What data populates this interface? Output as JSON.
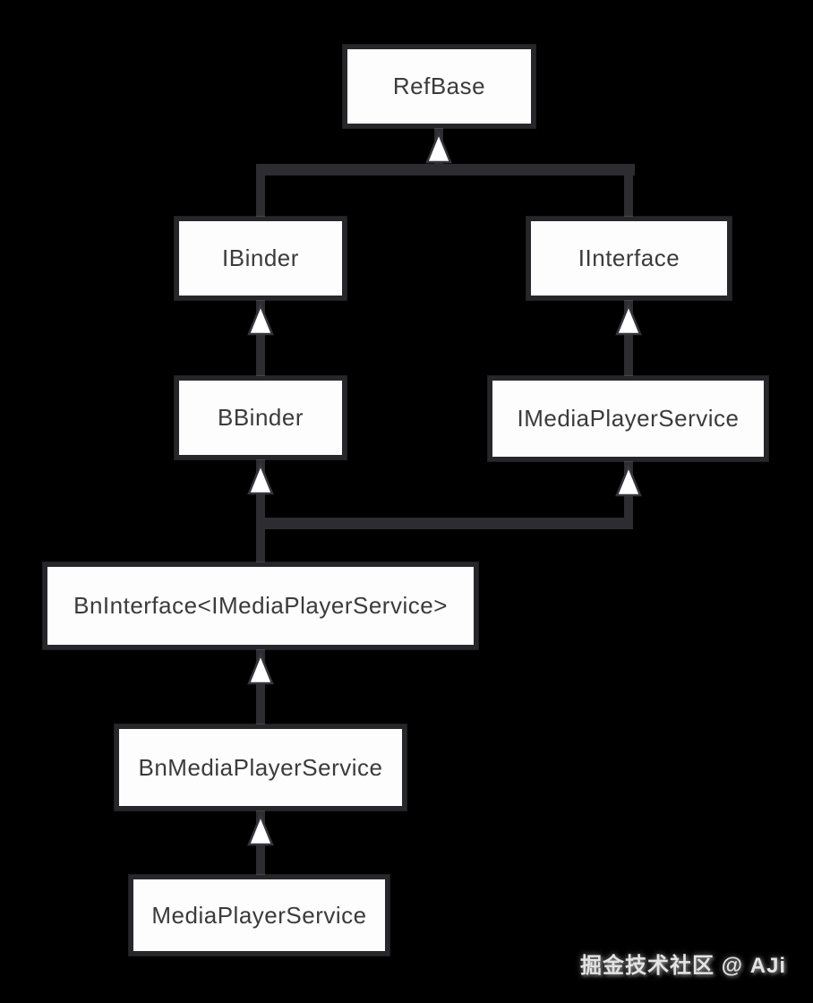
{
  "diagram": {
    "type": "class-inheritance",
    "nodes": [
      {
        "id": "refbase",
        "label": "RefBase"
      },
      {
        "id": "ibinder",
        "label": "IBinder"
      },
      {
        "id": "iinterface",
        "label": "IInterface"
      },
      {
        "id": "bbinder",
        "label": "BBinder"
      },
      {
        "id": "imediaplayerservice",
        "label": "IMediaPlayerService"
      },
      {
        "id": "bninterface",
        "label": "BnInterface<IMediaPlayerService>"
      },
      {
        "id": "bnmediaplayerservice",
        "label": "BnMediaPlayerService"
      },
      {
        "id": "mediaplayerservice",
        "label": "MediaPlayerService"
      }
    ],
    "edges": [
      {
        "from": "IBinder",
        "to": "RefBase",
        "type": "inheritance"
      },
      {
        "from": "IInterface",
        "to": "RefBase",
        "type": "inheritance"
      },
      {
        "from": "BBinder",
        "to": "IBinder",
        "type": "inheritance"
      },
      {
        "from": "IMediaPlayerService",
        "to": "IInterface",
        "type": "inheritance"
      },
      {
        "from": "BnInterface<IMediaPlayerService>",
        "to": "BBinder",
        "type": "inheritance"
      },
      {
        "from": "BnInterface<IMediaPlayerService>",
        "to": "IMediaPlayerService",
        "type": "inheritance"
      },
      {
        "from": "BnMediaPlayerService",
        "to": "BnInterface<IMediaPlayerService>",
        "type": "inheritance"
      },
      {
        "from": "MediaPlayerService",
        "to": "BnMediaPlayerService",
        "type": "inheritance"
      }
    ],
    "colors": {
      "background": "#000000",
      "node_fill": "#fdfdfd",
      "node_border": "#26262b",
      "node_text": "#3b3b3b",
      "connector": "#2c2c31",
      "arrow_fill": "#ffffff"
    }
  },
  "watermark": {
    "text": "掘金技术社区 @ AJi"
  }
}
